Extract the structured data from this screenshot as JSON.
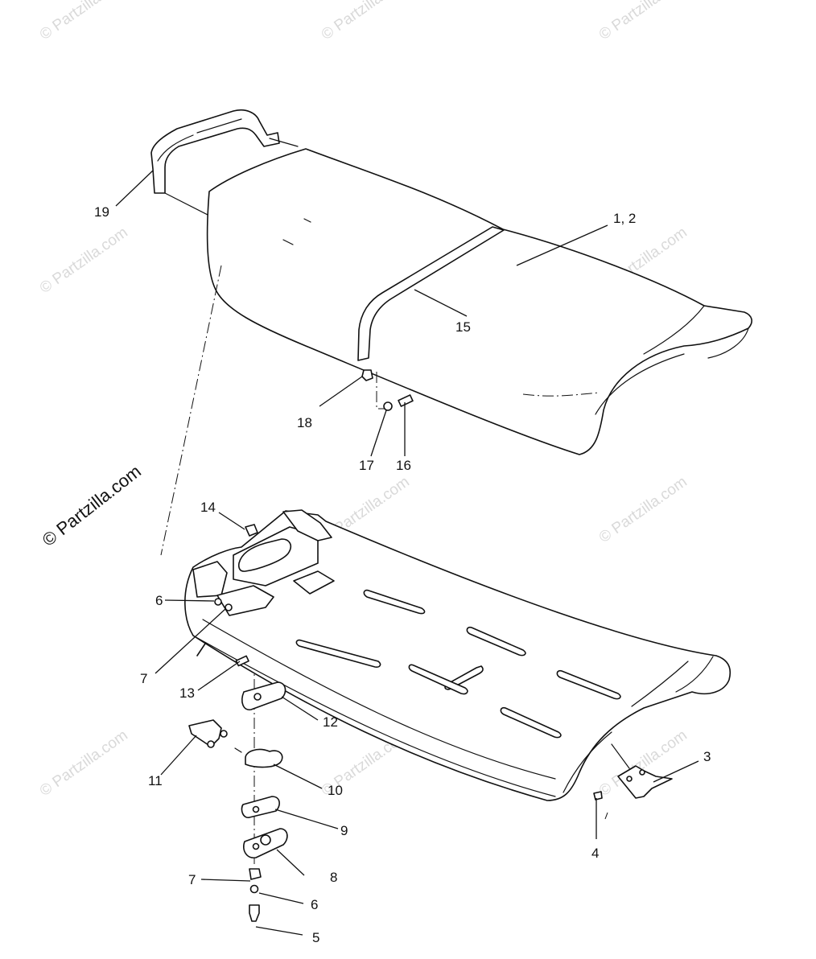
{
  "watermark": "© Partzilla.com",
  "colors": {
    "line": "#111111",
    "watermark": "#d9d9d9",
    "background": "#ffffff"
  },
  "callouts": [
    "1, 2",
    "3",
    "4",
    "5",
    "6",
    "7",
    "8",
    "9",
    "10",
    "11",
    "12",
    "13",
    "14",
    "15",
    "16",
    "17",
    "18",
    "19",
    "6",
    "7"
  ]
}
